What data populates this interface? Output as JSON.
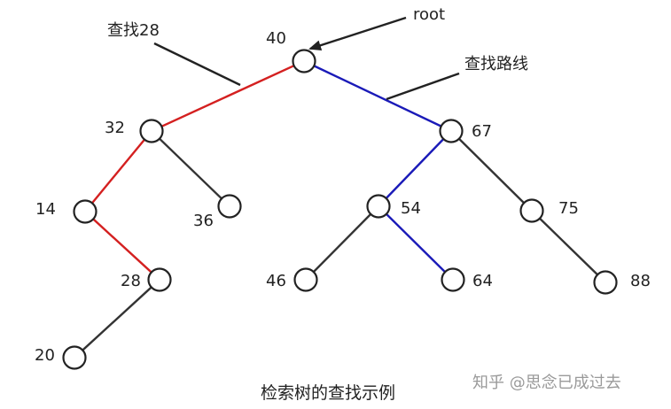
{
  "nodes": [
    {
      "id": "40",
      "label": "40"
    },
    {
      "id": "32",
      "label": "32"
    },
    {
      "id": "67",
      "label": "67"
    },
    {
      "id": "14",
      "label": "14"
    },
    {
      "id": "36",
      "label": "36"
    },
    {
      "id": "54",
      "label": "54"
    },
    {
      "id": "75",
      "label": "75"
    },
    {
      "id": "28",
      "label": "28"
    },
    {
      "id": "46",
      "label": "46"
    },
    {
      "id": "64",
      "label": "64"
    },
    {
      "id": "88",
      "label": "88"
    },
    {
      "id": "20",
      "label": "20"
    }
  ],
  "edges": [
    {
      "from": "40",
      "to": "32",
      "path": "search-28"
    },
    {
      "from": "40",
      "to": "67",
      "path": "search-route"
    },
    {
      "from": "32",
      "to": "14",
      "path": "search-28"
    },
    {
      "from": "32",
      "to": "36",
      "path": "none"
    },
    {
      "from": "14",
      "to": "28",
      "path": "search-28"
    },
    {
      "from": "28",
      "to": "20",
      "path": "none"
    },
    {
      "from": "67",
      "to": "54",
      "path": "search-route"
    },
    {
      "from": "67",
      "to": "75",
      "path": "none"
    },
    {
      "from": "54",
      "to": "46",
      "path": "none"
    },
    {
      "from": "54",
      "to": "64",
      "path": "search-route"
    },
    {
      "from": "75",
      "to": "88",
      "path": "none"
    }
  ],
  "annotations": {
    "root": "root",
    "search_28": "查找28",
    "search_route": "查找路线"
  },
  "caption": "检索树的查找示例",
  "watermark": "知乎 @思念已成过去",
  "colors": {
    "default_edge": "#333333",
    "search_28_path": "#d42020",
    "search_route_path": "#1a1ab8",
    "node_stroke": "#222222",
    "node_fill": "#ffffff"
  }
}
